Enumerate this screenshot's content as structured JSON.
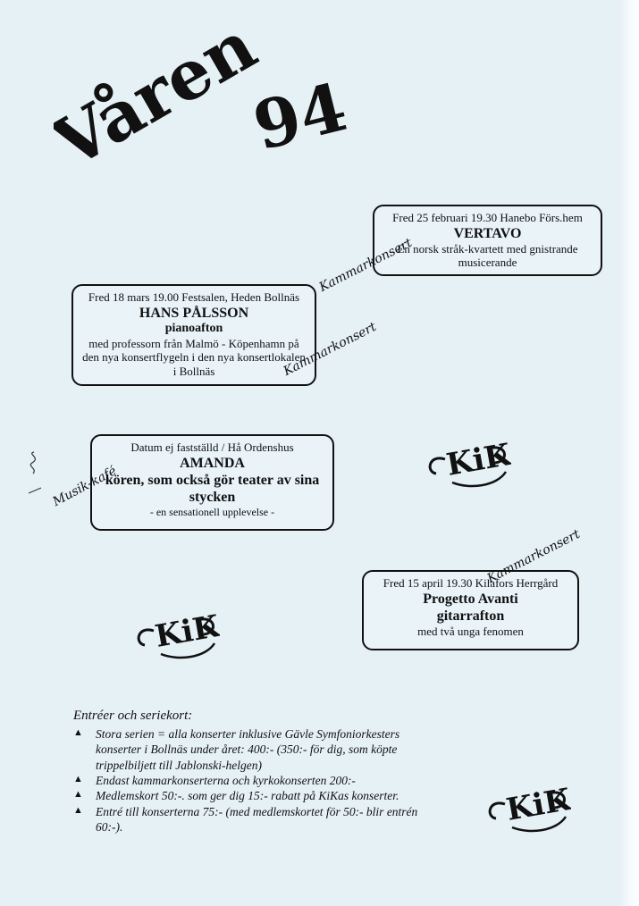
{
  "headline": {
    "word": "Våren",
    "year": "94"
  },
  "side_labels": {
    "kammar_1": "Kammarkonsert",
    "kammar_2": "Kammarkonsert",
    "kammar_3": "Kammarkonsert",
    "musikkafe": "Musik-kafé"
  },
  "events": {
    "vertavo": {
      "when": "Fred 25 februari 19.30 Hanebo Förs.hem",
      "name": "VERTAVO",
      "desc": "En norsk stråk-kvartett med gnistrande musicerande"
    },
    "hans": {
      "when": "Fred 18 mars 19.00 Festsalen, Heden Bollnäs",
      "name": "HANS PÅLSSON",
      "subtitle": "pianoafton",
      "desc": "med professorn från Malmö - Köpenhamn på den nya konsertflygeln i den nya konsertlokalen i Bollnäs"
    },
    "amanda": {
      "when": "Datum ej fastställd / Hå Ordenshus",
      "name": "AMANDA",
      "subtitle": "kören, som också gör teater av sina stycken",
      "desc": "- en sensationell upplevelse -"
    },
    "progetto": {
      "when": "Fred 15 april 19.30 Kilafors Herrgård",
      "name": "Progetto Avanti",
      "subtitle": "gitarrafton",
      "desc": "med två unga fenomen"
    }
  },
  "logo": {
    "text": "KiKa"
  },
  "entreer": {
    "heading": "Entréer och seriekort:",
    "items": [
      "Stora serien = alla konserter inklusive Gävle Symfoniorkesters konserter i Bollnäs under året: 400:- (350:- för dig, som köpte trippelbiljett till Jablonski-helgen)",
      "Endast kammarkonserterna och kyrkokonserten 200:-",
      "Medlemskort 50:-. som ger dig 15:- rabatt på KiKas konserter.",
      "Entré till konserterna 75:- (med medlemskortet för 50:- blir entrén 60:-)."
    ]
  }
}
